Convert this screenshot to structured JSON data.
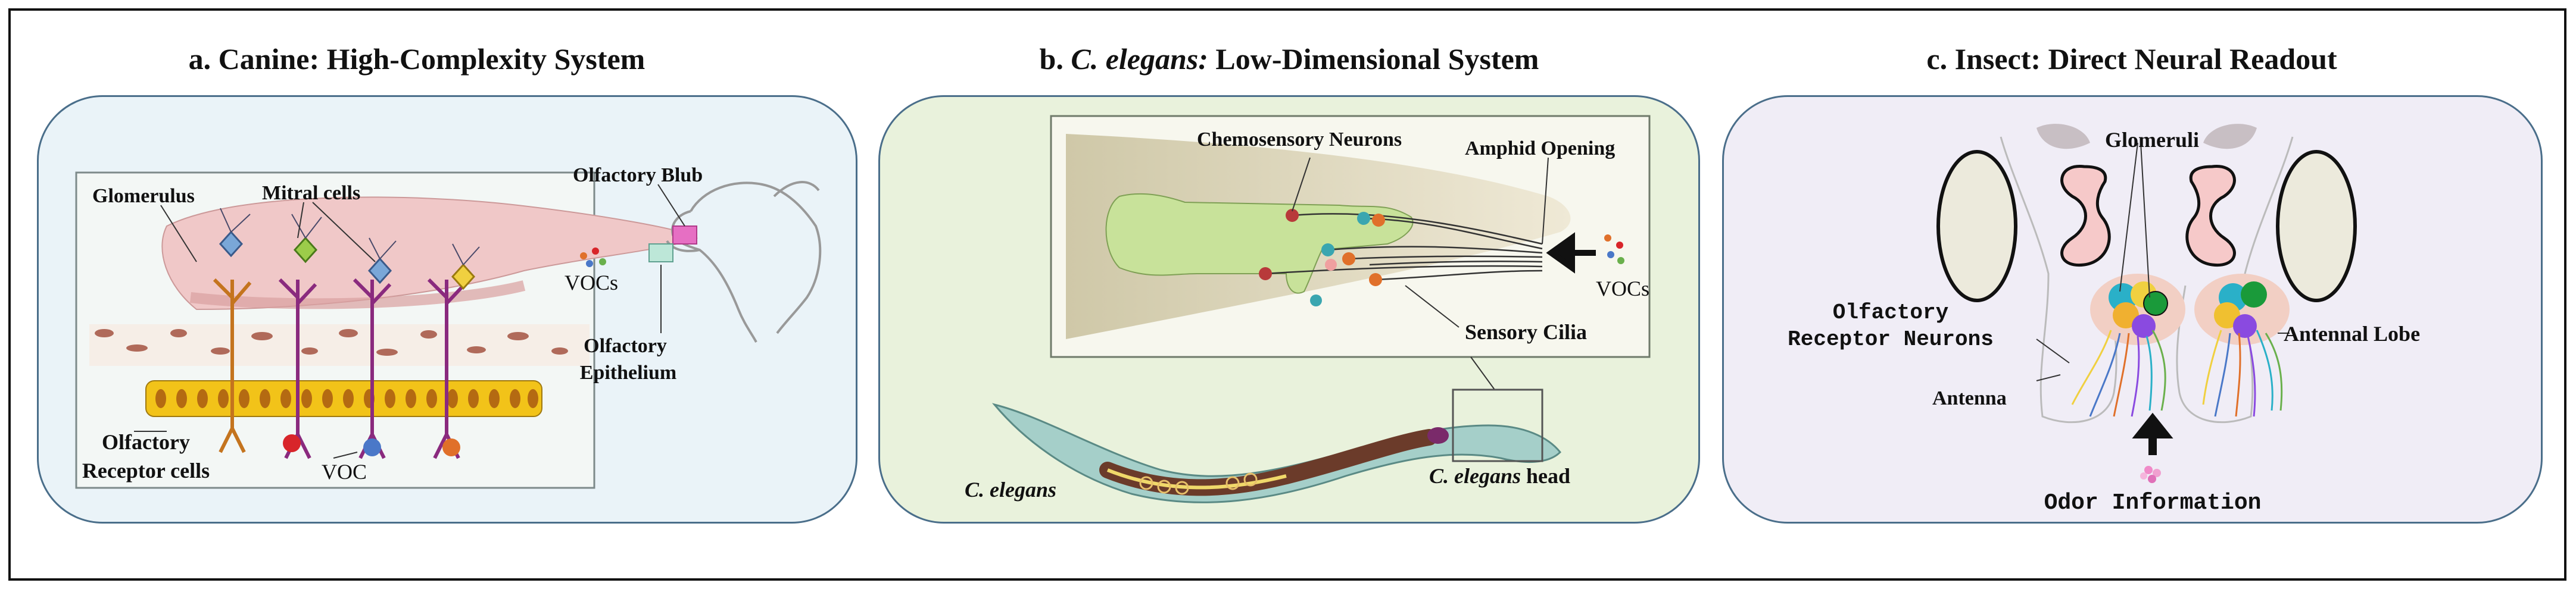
{
  "panels": {
    "a": {
      "title": "a. Canine: High-Complexity System",
      "labels": {
        "glomerulus": "Glomerulus",
        "mitral": "Mitral cells",
        "bulb": "Olfactory Blub",
        "vocs": "VOCs",
        "epithelium_1": "Olfactory",
        "epithelium_2": "Epithelium",
        "receptor_1": "Olfactory",
        "receptor_2": "Receptor cells",
        "voc": "VOC"
      }
    },
    "b": {
      "title_prefix": "b. ",
      "title_italic": "C. elegans:",
      "title_suffix": " Low-Dimensional System",
      "labels": {
        "chemosensory": "Chemosensory Neurons",
        "amphid": "Amphid Opening",
        "vocs": "VOCs",
        "cilia": "Sensory Cilia",
        "worm": "C. elegans",
        "head_italic": "C. elegans",
        "head_suffix": " head"
      }
    },
    "c": {
      "title": "c. Insect: Direct Neural Readout",
      "labels": {
        "glomeruli": "Glomeruli",
        "orn_1": "Olfactory",
        "orn_2": "Receptor Neurons",
        "antenna": "Antenna",
        "lobe": "Antennal Lobe",
        "odor": "Odor Information"
      }
    }
  },
  "colors": {
    "border": "#111111",
    "panel_edge": "#4a6e8a",
    "panel_a_bg": "#eaf3f8",
    "panel_b_bg": "#e9f2dc",
    "panel_c_bg": "#f0edf6",
    "neuron_purple": "#8a2a7e",
    "epithelium_yellow": "#f2c319",
    "worm_brown": "#6b3b2a"
  }
}
